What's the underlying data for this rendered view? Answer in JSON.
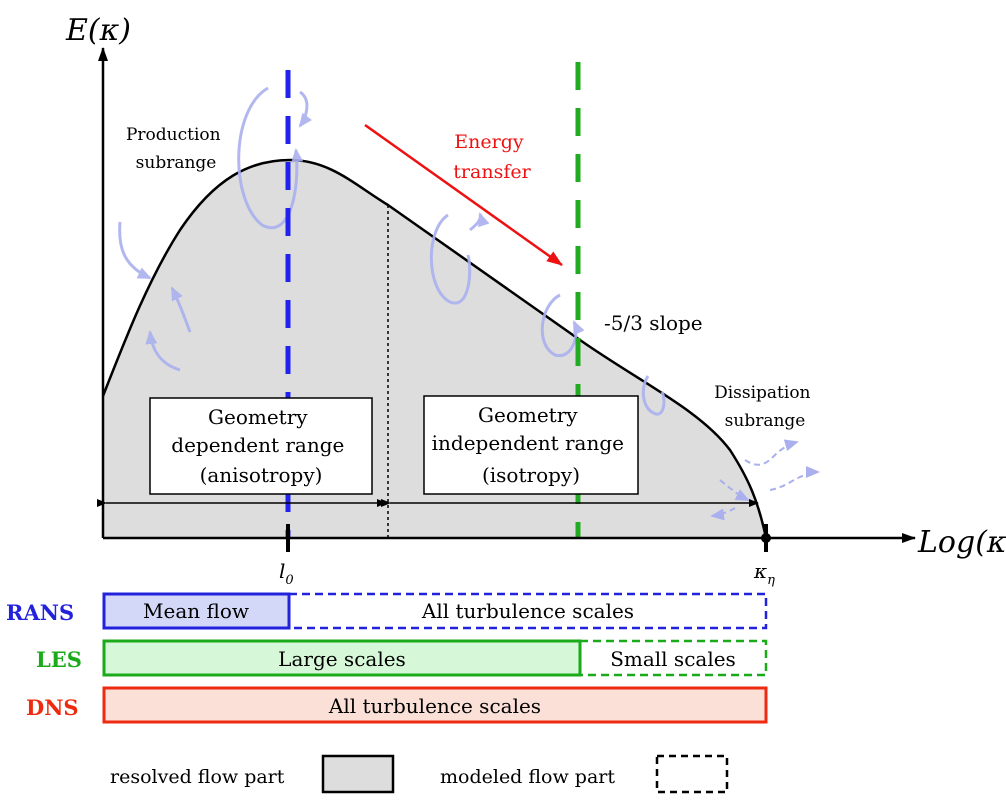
{
  "axes": {
    "y_label": "E(κ)",
    "x_label": "Log(κ)",
    "x_ticks": {
      "l0": "l0",
      "k_eta": "κη"
    }
  },
  "labels": {
    "production": [
      "Production",
      "subrange"
    ],
    "energy_transfer": [
      "Energy",
      "transfer"
    ],
    "slope": "-5/3 slope",
    "dissipation": [
      "Dissipation",
      "subrange"
    ],
    "geometry_dependent": [
      "Geometry",
      "dependent range",
      "(anisotropy)"
    ],
    "geometry_independent": [
      "Geometry",
      "independent range",
      "(isotropy)"
    ]
  },
  "methods": {
    "rans": {
      "label": "RANS",
      "resolved": "Mean flow",
      "modeled": "All turbulence scales",
      "color": "#2222dd"
    },
    "les": {
      "label": "LES",
      "resolved": "Large scales",
      "modeled": "Small scales",
      "color": "#1aaa1a"
    },
    "dns": {
      "label": "DNS",
      "resolved": "All turbulence scales",
      "color": "#ee2a10"
    }
  },
  "legend": {
    "resolved": "resolved flow part",
    "modeled": "modeled flow part"
  },
  "colors": {
    "curve_fill": "#dddddd",
    "energy_arrow": "#ee1111",
    "eddy": "#aab0ee",
    "les_line": "#22aa22",
    "rans_line": "#2222ee",
    "rans_fill": "#d4d8f8",
    "les_fill": "#d6f8d8",
    "dns_fill": "#fbe0d8"
  }
}
